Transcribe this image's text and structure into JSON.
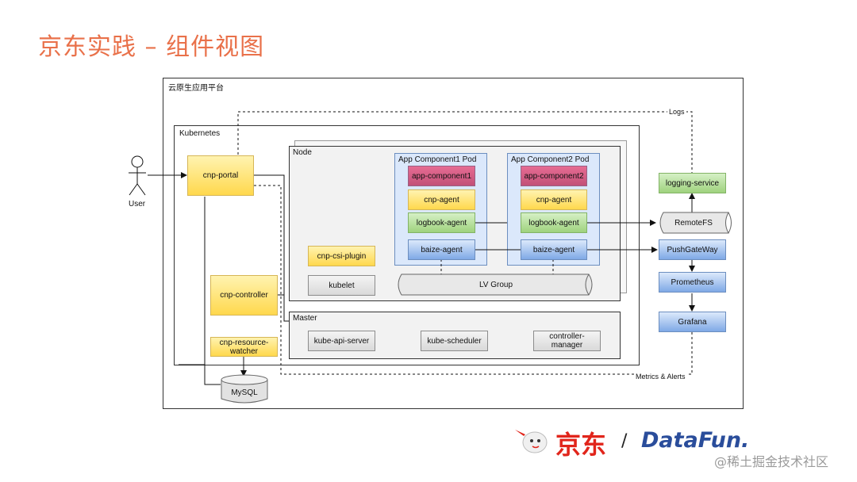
{
  "slide": {
    "title": "京东实践 – 组件视图",
    "watermark": "@稀土掘金技术社区",
    "logo_jd": "京东",
    "logo_sep": "/",
    "logo_datafun": "DataFun."
  },
  "diagram": {
    "platform_label": "云原生应用平台",
    "kubernetes_label": "Kubernetes",
    "node_label": "Node",
    "master_label": "Master",
    "user_label": "User",
    "logs_label": "Logs",
    "metrics_label": "Metrics & Alerts",
    "cnp_portal": "cnp-portal",
    "cnp_controller": "cnp-controller",
    "cnp_resource_watcher": "cnp-resource-watcher",
    "mysql": "MySQL",
    "cnp_csi_plugin": "cnp-csi-plugin",
    "kubelet": "kubelet",
    "lv_group": "LV Group",
    "pod1": {
      "title": "App Component1 Pod",
      "app": "app-component1",
      "agent": "cnp-agent",
      "logbook": "logbook-agent",
      "baize": "baize-agent"
    },
    "pod2": {
      "title": "App Component2 Pod",
      "app": "app-component2",
      "agent": "cnp-agent",
      "logbook": "logbook-agent",
      "baize": "baize-agent"
    },
    "kube_api_server": "kube-api-server",
    "kube_scheduler": "kube-scheduler",
    "controller_manager": "controller-manager",
    "logging_service": "logging-service",
    "remotefs": "RemoteFS",
    "pushgateway": "PushGateWay",
    "prometheus": "Prometheus",
    "grafana": "Grafana"
  },
  "colors": {
    "title": "#e9714a",
    "jd_red": "#e1251b",
    "datafun_orange": "#f5a623",
    "datafun_blue": "#2a4d9b"
  }
}
